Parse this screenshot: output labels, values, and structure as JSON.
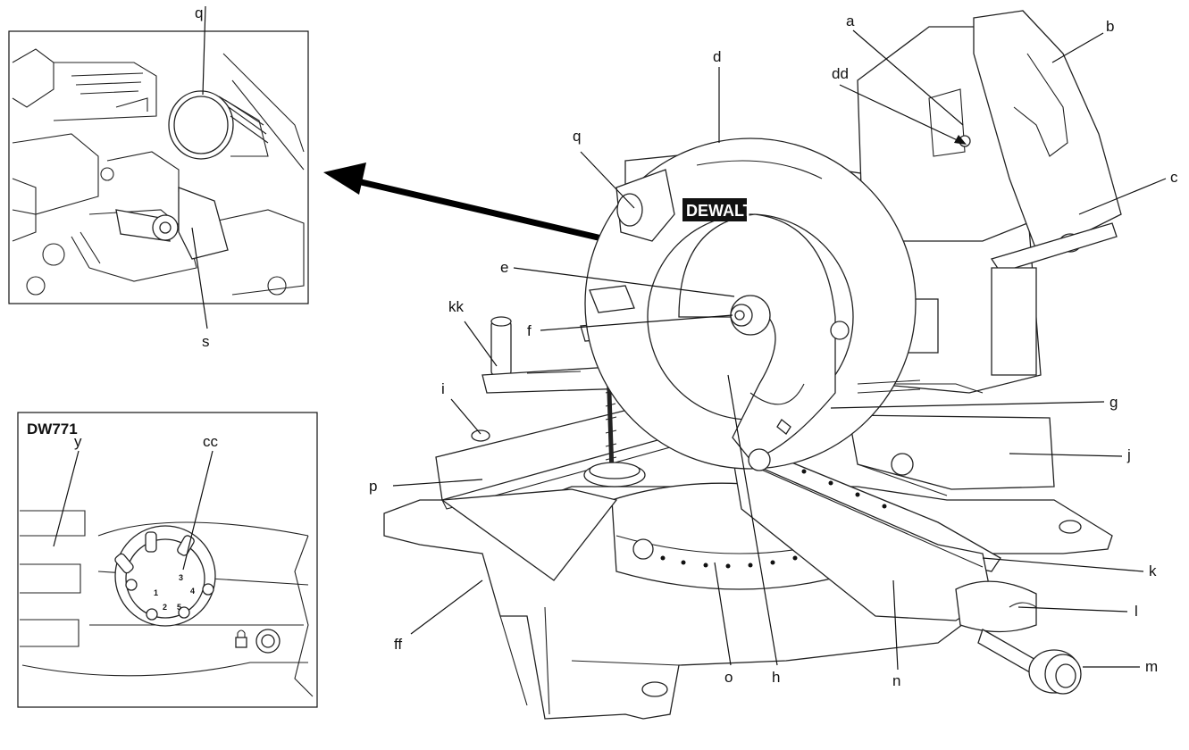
{
  "brand": "DEWALT",
  "model_label": "DW771",
  "callouts": {
    "a": "a",
    "b": "b",
    "c": "c",
    "d": "d",
    "dd": "dd",
    "q": "q",
    "e": "e",
    "f": "f",
    "kk": "kk",
    "i": "i",
    "p": "p",
    "g": "g",
    "j": "j",
    "k": "k",
    "l": "l",
    "m": "m",
    "n": "n",
    "h": "h",
    "o": "o",
    "ff": "ff"
  },
  "inset_top": {
    "q": "q",
    "s": "s"
  },
  "inset_bottom": {
    "y": "y",
    "cc": "cc"
  },
  "selector_digits": [
    "1",
    "2",
    "3",
    "4",
    "5"
  ]
}
